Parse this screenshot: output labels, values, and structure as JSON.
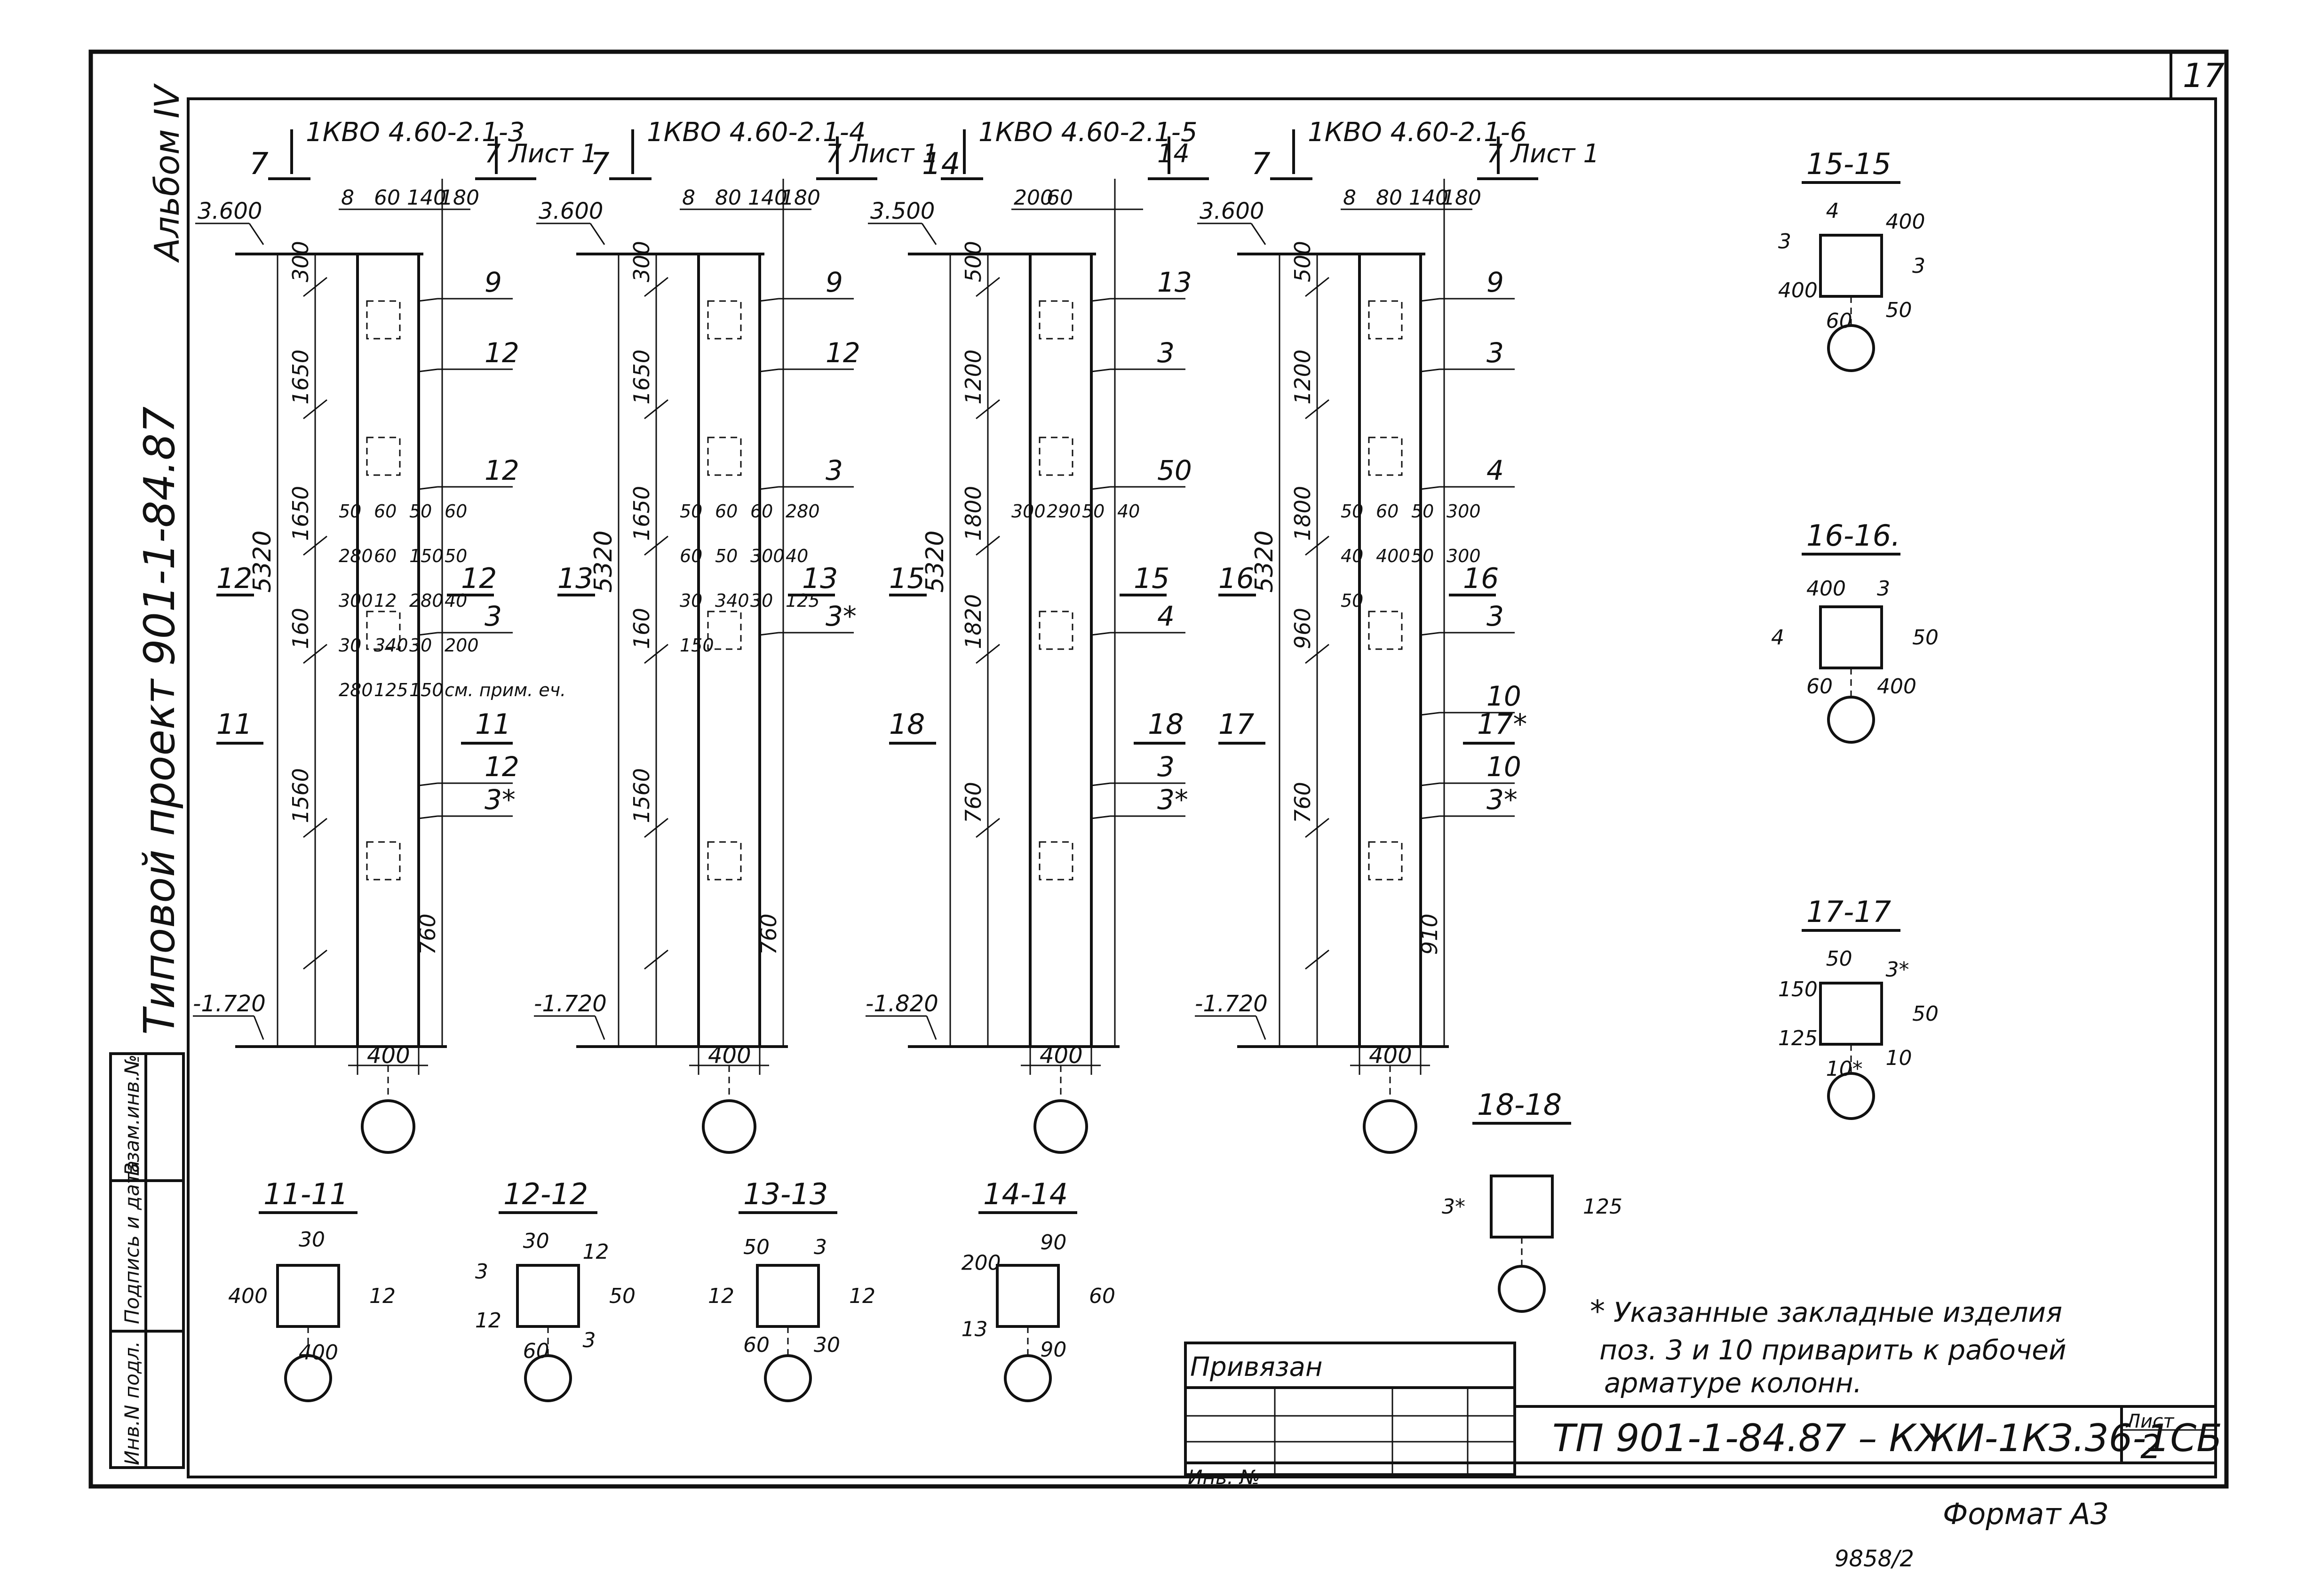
{
  "sheet": {
    "sheet_corner": "17",
    "album": "Альбом IV",
    "project": "Типовой проект 901-1-84.87",
    "format": "Формат А3",
    "bottom_ref": "9858/2"
  },
  "side_stamp": {
    "cells": [
      "Инв.N подл.",
      "Подпись и дата",
      "Взам.инв.№"
    ]
  },
  "title_block": {
    "privyazan": "Привязан",
    "inv_no": "Инв. №",
    "code": "ТП 901-1-84.87  –  КЖИ-1КЗ.36-1СБ",
    "list_label": "Лист",
    "list_no": "2"
  },
  "note": {
    "star": "*",
    "lines": [
      "Указанные закладные изделия",
      "поз. 3 и 10 приварить к рабочей",
      "арматуре колонн."
    ]
  },
  "columns": [
    {
      "mark": "1КВО 4.60-2.1-3",
      "top_level": "3.600",
      "bottom_level": "-1.720",
      "height": "5320",
      "width": "400",
      "top_dims": [
        "8",
        "60",
        "140",
        "180"
      ],
      "vertical_dims": [
        "300",
        "1650",
        "1650",
        "160",
        "1560",
        "760"
      ],
      "section_marks": [
        "7",
        "7 Лист 1",
        "12",
        "12",
        "11",
        "11"
      ],
      "labels": [
        "9",
        "12",
        "12",
        "3",
        "12",
        "3*"
      ],
      "extra": [
        "50",
        "60",
        "50",
        "60",
        "280",
        "60",
        "150",
        "50",
        "300",
        "12",
        "280",
        "40",
        "30",
        "340",
        "30",
        "200",
        "280",
        "125",
        "150",
        "см. прим. еч."
      ]
    },
    {
      "mark": "1КВО 4.60-2.1-4",
      "top_level": "3.600",
      "bottom_level": "-1.720",
      "height": "5320",
      "width": "400",
      "top_dims": [
        "8",
        "80",
        "140",
        "180"
      ],
      "vertical_dims": [
        "300",
        "1650",
        "1650",
        "160",
        "1560",
        "760"
      ],
      "section_marks": [
        "7",
        "7 Лист 1",
        "13",
        "13"
      ],
      "labels": [
        "9",
        "12",
        "3",
        "3*"
      ],
      "extra": [
        "50",
        "60",
        "60",
        "280",
        "60",
        "50",
        "300",
        "40",
        "30",
        "340",
        "30",
        "125",
        "150"
      ]
    },
    {
      "mark": "1КВО 4.60-2.1-5",
      "top_level": "3.500",
      "bottom_level": "-1.820",
      "height": "5320",
      "width": "400",
      "top_dims": [
        "200",
        "60"
      ],
      "vertical_dims": [
        "500",
        "1200",
        "1800",
        "1820",
        "760"
      ],
      "section_marks": [
        "14",
        "14",
        "15",
        "15",
        "18",
        "18"
      ],
      "labels": [
        "13",
        "3",
        "50",
        "4",
        "3",
        "3*"
      ],
      "extra": [
        "300",
        "290",
        "50",
        "40"
      ]
    },
    {
      "mark": "1КВО 4.60-2.1-6",
      "top_level": "3.600",
      "bottom_level": "-1.720",
      "height": "5320",
      "width": "400",
      "top_dims": [
        "8",
        "80",
        "140",
        "180"
      ],
      "vertical_dims": [
        "500",
        "1200",
        "1800",
        "960",
        "760",
        "910"
      ],
      "section_marks": [
        "7",
        "7 Лист 1",
        "16",
        "16",
        "17",
        "17*"
      ],
      "labels": [
        "9",
        "3",
        "4",
        "3",
        "10",
        "3*",
        "10"
      ],
      "extra": [
        "50",
        "60",
        "50",
        "300",
        "40",
        "400",
        "50",
        "300",
        "50"
      ]
    }
  ],
  "sections": [
    {
      "title": "11-11",
      "labels": [
        "12",
        "400",
        "400",
        "30"
      ]
    },
    {
      "title": "12-12",
      "labels": [
        "50",
        "3",
        "60",
        "12",
        "3",
        "30",
        "12"
      ]
    },
    {
      "title": "13-13",
      "labels": [
        "12",
        "30",
        "60",
        "12",
        "50",
        "3"
      ]
    },
    {
      "title": "14-14",
      "labels": [
        "60",
        "90",
        "13",
        "200",
        "90"
      ]
    },
    {
      "title": "15-15",
      "labels": [
        "3",
        "50",
        "60",
        "400",
        "3",
        "4",
        "400"
      ]
    },
    {
      "title": "16-16.",
      "labels": [
        "50",
        "400",
        "60",
        "4",
        "400",
        "3"
      ]
    },
    {
      "title": "17-17",
      "labels": [
        "50",
        "10",
        "10*",
        "125",
        "150",
        "50",
        "3*"
      ]
    },
    {
      "title": "18-18",
      "labels": [
        "125",
        "3*"
      ]
    }
  ]
}
